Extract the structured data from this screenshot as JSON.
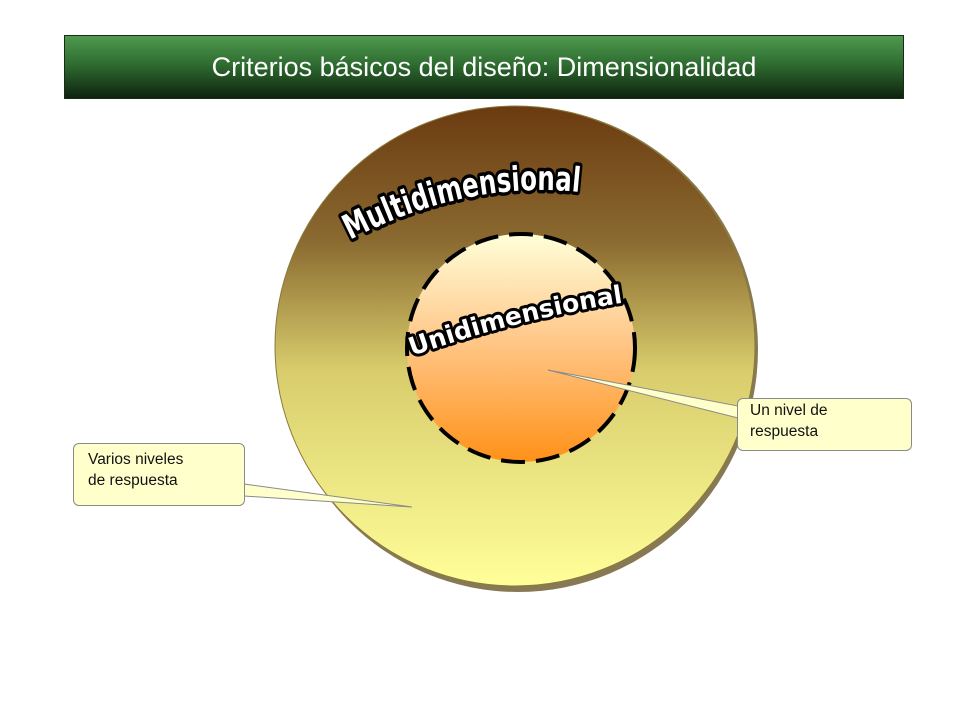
{
  "title": "Criterios básicos del diseño: Dimensionalidad",
  "outer_label": "Multidimensional",
  "inner_label": "Unidimensional",
  "callout_left": {
    "line1": "Varios niveles",
    "line2": "de respuesta"
  },
  "callout_right": {
    "line1": "Un nivel de",
    "line2": "respuesta"
  },
  "colors": {
    "title_bg_top": "#4f9a4f",
    "title_bg_bottom": "#0e230f",
    "outer_circle_top": "#6b3a10",
    "outer_circle_bottom": "#ffff99",
    "inner_circle_top": "#ffffd9",
    "inner_circle_bottom": "#ff9118",
    "callout_bg": "#ffffcc"
  }
}
